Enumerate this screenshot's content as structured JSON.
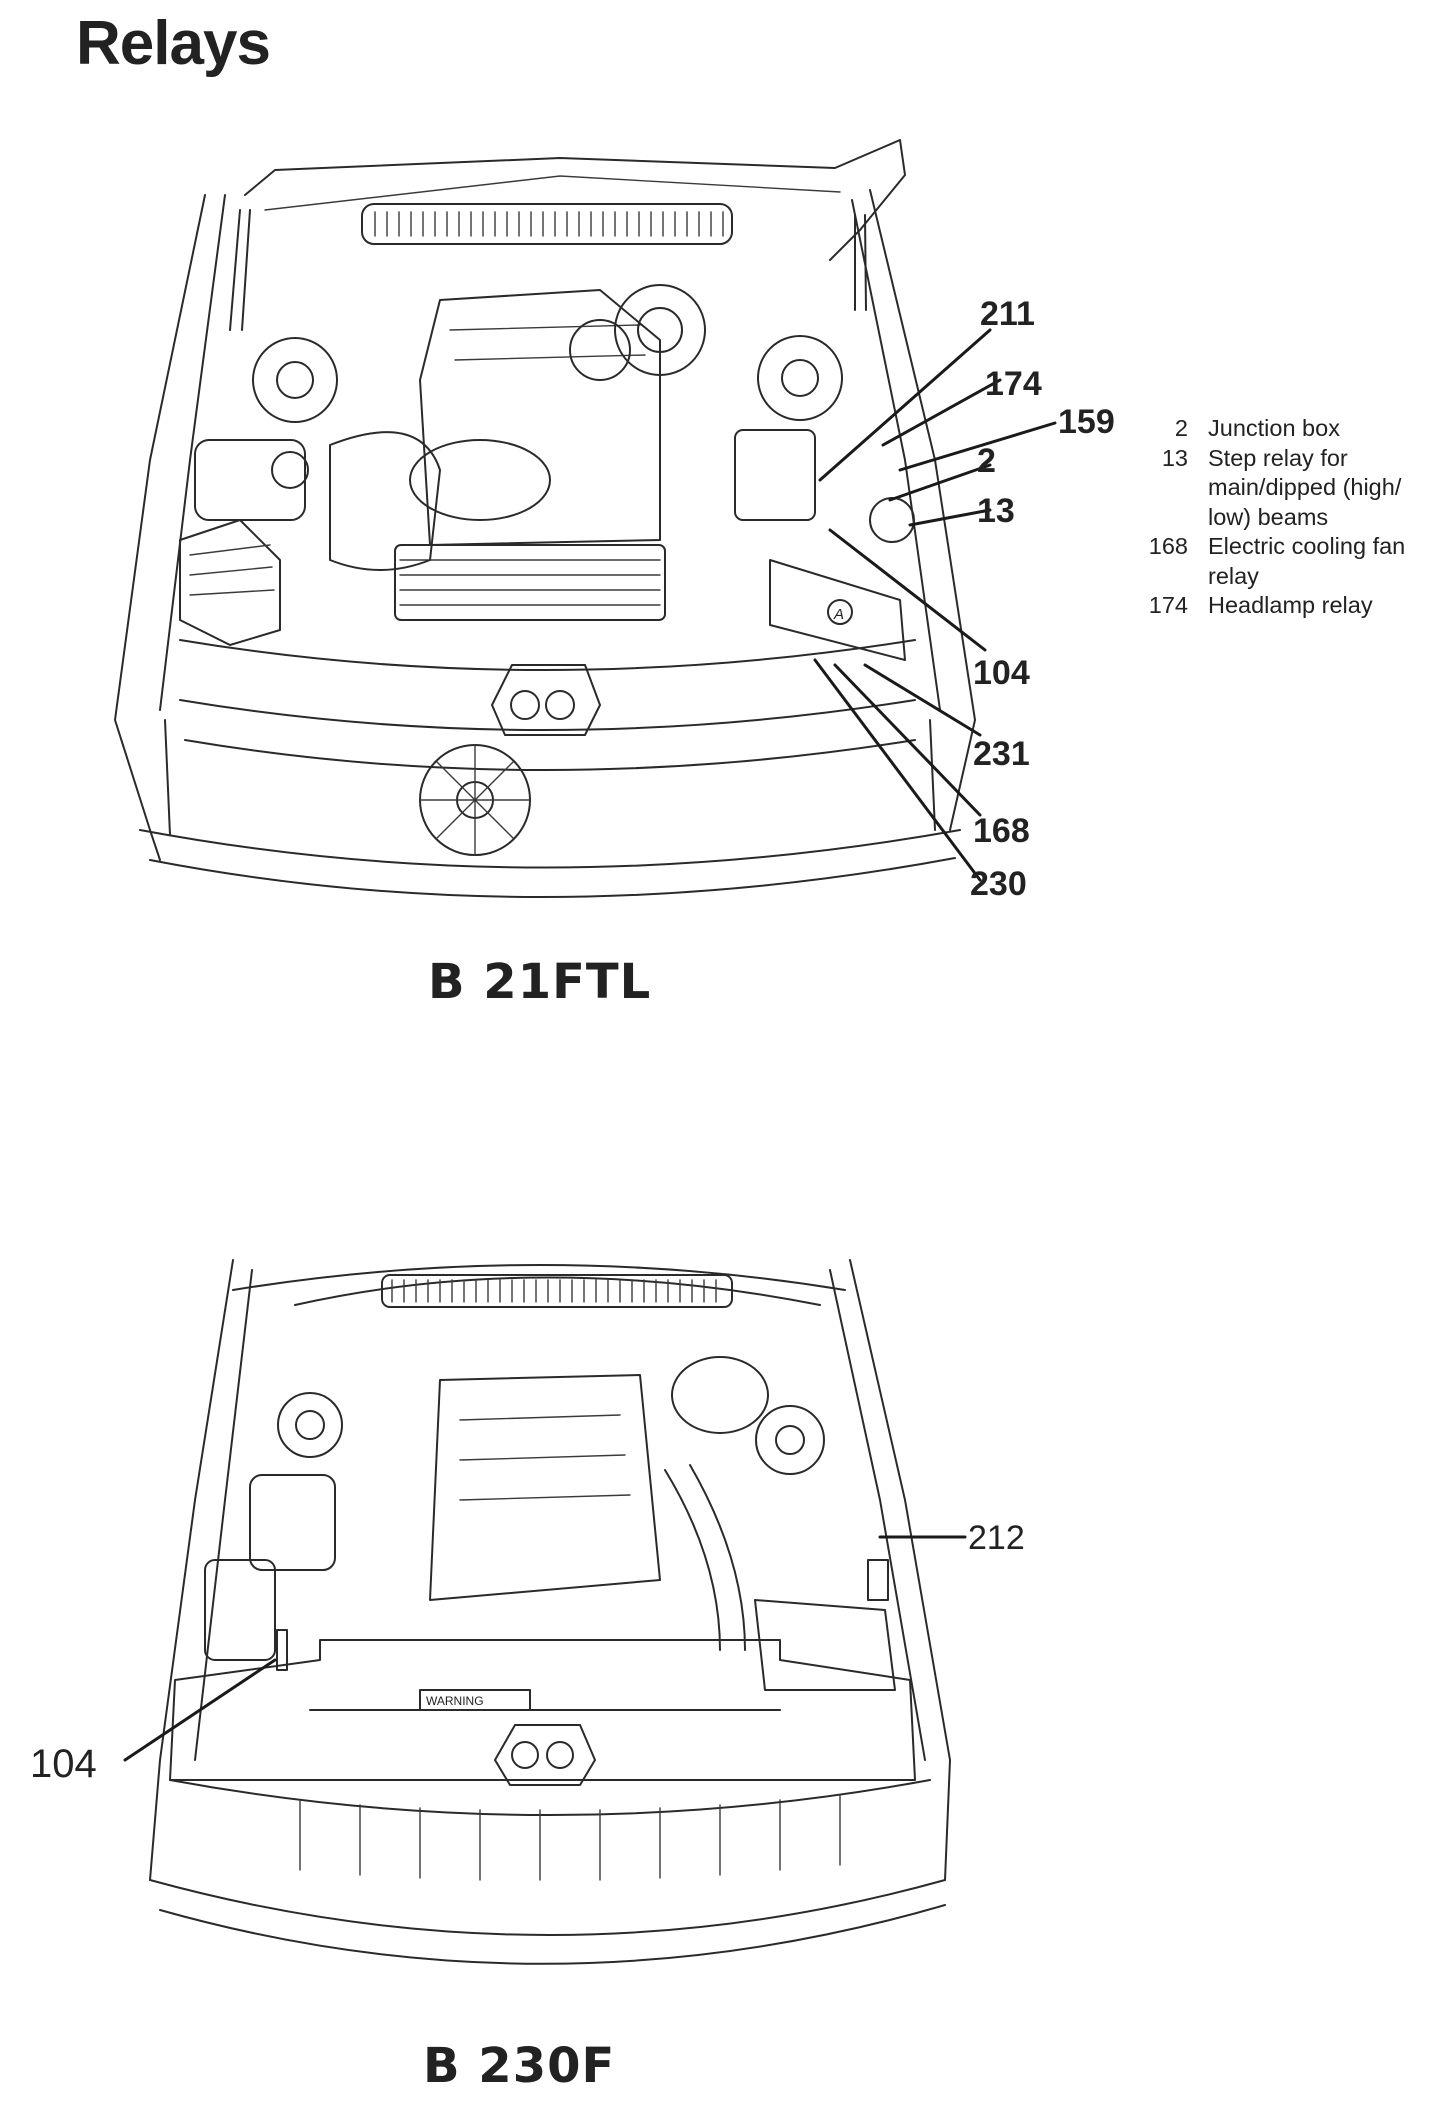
{
  "page": {
    "title": "Relays"
  },
  "top_diagram": {
    "engine_label": "B 21FTL",
    "callouts": [
      "211",
      "174",
      "159",
      "2",
      "13",
      "104",
      "231",
      "168",
      "230"
    ],
    "marker": "A"
  },
  "legend": [
    {
      "number": "2",
      "text": "Junction box"
    },
    {
      "number": "13",
      "text": "Step relay for main/dipped (high/ low) beams"
    },
    {
      "number": "168",
      "text": "Electric cooling fan relay"
    },
    {
      "number": "174",
      "text": "Headlamp relay"
    }
  ],
  "bottom_diagram": {
    "engine_label": "B 230F",
    "callouts": [
      "212",
      "104"
    ],
    "plate_text": "WARNING"
  }
}
